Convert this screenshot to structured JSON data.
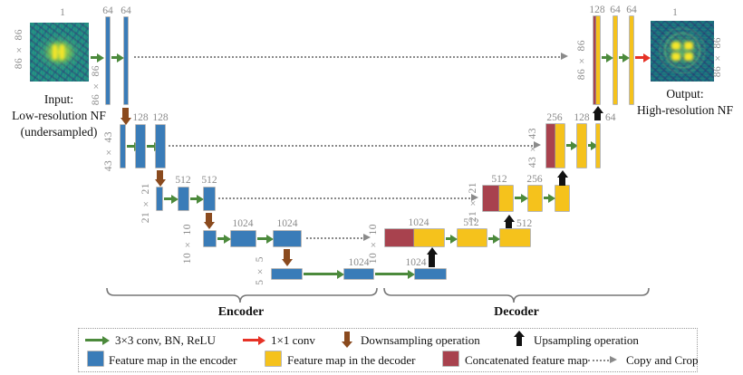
{
  "input_image": {
    "top_label": "1",
    "side_label": "86 × 86"
  },
  "input_caption": {
    "line1": "Input:",
    "line2": "Low-resolution NF",
    "line3": "(undersampled)"
  },
  "output_image": {
    "top_label": "1",
    "side_label": "86 × 86"
  },
  "output_caption": {
    "line1": "Output:",
    "line2": "High-resolution NF"
  },
  "encoder": {
    "l1": {
      "size": "86 × 86",
      "ch": [
        "64",
        "64"
      ]
    },
    "l2": {
      "size": "43 × 43",
      "ch": [
        "128",
        "128"
      ]
    },
    "l3": {
      "size": "21 × 21",
      "ch": [
        "512",
        "512"
      ]
    },
    "l4": {
      "size": "10 × 10",
      "ch": [
        "1024",
        "1024"
      ]
    },
    "l5": {
      "size": "5 × 5",
      "ch": [
        "1024",
        "1024"
      ]
    }
  },
  "decoder": {
    "l4": {
      "size": "10 × 10",
      "concat": "1024",
      "ch": [
        "512",
        "512"
      ]
    },
    "l3": {
      "size": "21 × 21",
      "concat": "512",
      "ch": [
        "256"
      ]
    },
    "l2": {
      "size": "43 × 43",
      "concat": "256",
      "ch": [
        "128",
        "64"
      ]
    },
    "l1": {
      "size": "86 × 86",
      "concat": "128",
      "ch": [
        "64",
        "64"
      ]
    }
  },
  "sections": {
    "encoder_label": "Encoder",
    "decoder_label": "Decoder"
  },
  "legend": {
    "row1": [
      {
        "icon": "conv-arrow",
        "label": "3×3 conv, BN, ReLU"
      },
      {
        "icon": "final-conv-arrow",
        "label": "1×1 conv"
      },
      {
        "icon": "downsample-arrow",
        "label": "Downsampling operation"
      },
      {
        "icon": "upsample-arrow",
        "label": "Upsampling operation"
      }
    ],
    "row2": [
      {
        "icon": "encoder-swatch",
        "label": "Feature map in the encoder"
      },
      {
        "icon": "decoder-swatch",
        "label": "Feature map in the decoder"
      },
      {
        "icon": "concat-swatch",
        "label": "Concatenated feature map"
      },
      {
        "icon": "copy-crop-arrow",
        "label": "Copy and Crop"
      }
    ]
  },
  "colors": {
    "encoder_feature_map": "#3a7cb8",
    "decoder_feature_map": "#f5c21c",
    "concatenated_feature_map": "#a8424e",
    "conv_arrow": "#4c8a3c",
    "final_conv_arrow": "#e63226",
    "downsample_arrow": "#8a4a1e",
    "upsample_arrow": "#121212",
    "copy_crop_arrow": "#8a8a8a",
    "label_gray": "#8a8a8a"
  }
}
